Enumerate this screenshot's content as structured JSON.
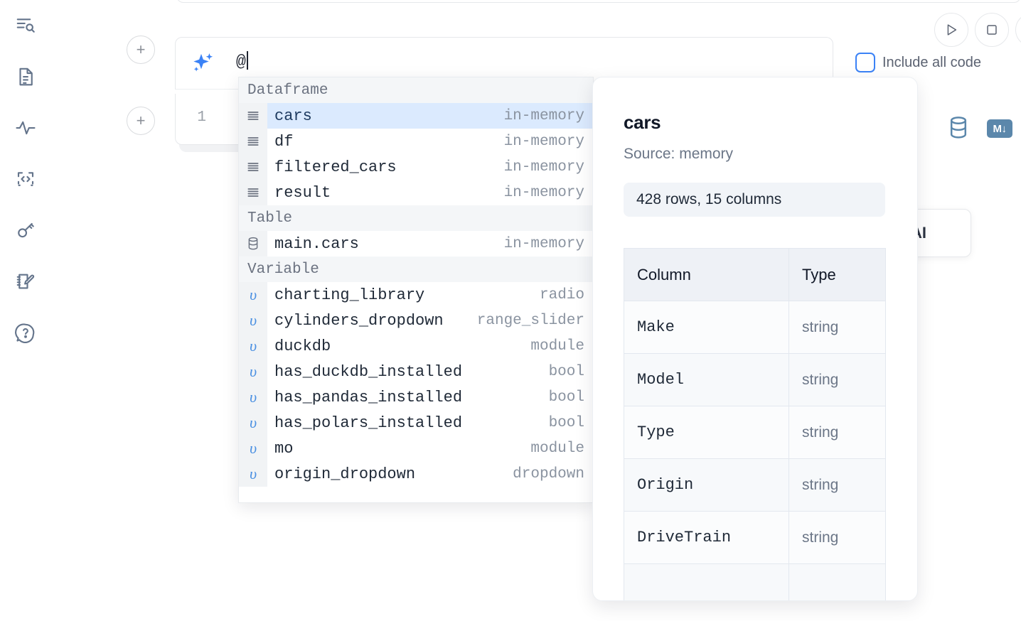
{
  "sidebar": {
    "items": [
      {
        "name": "file-explorer-icon",
        "label": "Explore files"
      },
      {
        "name": "document-icon",
        "label": "Notebook"
      },
      {
        "name": "activity-icon",
        "label": "Variables"
      },
      {
        "name": "code-brackets-icon",
        "label": "Snippets"
      },
      {
        "name": "key-icon",
        "label": "Secrets"
      },
      {
        "name": "notepad-edit-icon",
        "label": "Scratchpad"
      },
      {
        "name": "help-chat-icon",
        "label": "Help"
      }
    ]
  },
  "toolbar": {
    "run_label": "Run",
    "stop_label": "Stop",
    "include_all_code_label": "Include all code",
    "include_all_code_checked": false,
    "accent_color": "#3b82f6"
  },
  "ai_prompt": {
    "value": "@",
    "icon": "sparkles-icon"
  },
  "code_cell": {
    "line_number": "1",
    "database_icon": "database-icon",
    "markdown_badge": "M↓"
  },
  "ai_card": {
    "label": "AI"
  },
  "autocomplete": {
    "sections": [
      {
        "title": "Dataframe",
        "icon": "dataframe-icon",
        "kind": "dataframe",
        "items": [
          {
            "label": "cars",
            "type": "in-memory",
            "selected": true
          },
          {
            "label": "df",
            "type": "in-memory",
            "selected": false
          },
          {
            "label": "filtered_cars",
            "type": "in-memory",
            "selected": false
          },
          {
            "label": "result",
            "type": "in-memory",
            "selected": false
          }
        ]
      },
      {
        "title": "Table",
        "icon": "database-icon",
        "kind": "table",
        "items": [
          {
            "label": "main.cars",
            "type": "in-memory",
            "selected": false
          }
        ]
      },
      {
        "title": "Variable",
        "icon": "variable-icon",
        "kind": "variable",
        "items": [
          {
            "label": "charting_library",
            "type": "radio",
            "selected": false
          },
          {
            "label": "cylinders_dropdown",
            "type": "range_slider",
            "selected": false
          },
          {
            "label": "duckdb",
            "type": "module",
            "selected": false
          },
          {
            "label": "has_duckdb_installed",
            "type": "bool",
            "selected": false
          },
          {
            "label": "has_pandas_installed",
            "type": "bool",
            "selected": false
          },
          {
            "label": "has_polars_installed",
            "type": "bool",
            "selected": false
          },
          {
            "label": "mo",
            "type": "module",
            "selected": false
          },
          {
            "label": "origin_dropdown",
            "type": "dropdown",
            "selected": false
          }
        ]
      }
    ]
  },
  "doc_panel": {
    "title": "cars",
    "source": "Source: memory",
    "shape": "428 rows, 15 columns",
    "table": {
      "headers": [
        "Column",
        "Type"
      ],
      "rows": [
        {
          "column": "Make",
          "type": "string"
        },
        {
          "column": "Model",
          "type": "string"
        },
        {
          "column": "Type",
          "type": "string"
        },
        {
          "column": "Origin",
          "type": "string"
        },
        {
          "column": "DriveTrain",
          "type": "string"
        }
      ]
    }
  }
}
